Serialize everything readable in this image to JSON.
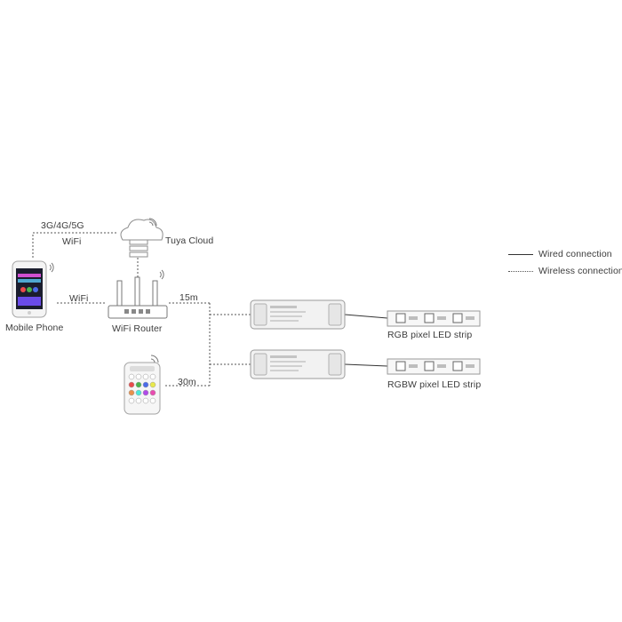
{
  "labels": {
    "network": "3G/4G/5G",
    "wifi_top": "WiFi",
    "tuya_cloud": "Tuya Cloud",
    "wifi_side": "WiFi",
    "mobile_phone": "Mobile Phone",
    "wifi_router": "WiFi Router",
    "dist_router": "15m",
    "dist_remote": "30m",
    "rgb_strip": "RGB pixel LED strip",
    "rgbw_strip": "RGBW pixel LED strip"
  },
  "legend": {
    "wired": "Wired connection",
    "wireless": "Wireless connection"
  },
  "remote_button_colors": [
    "#ffffff",
    "#ffffff",
    "#ffffff",
    "#ffffff",
    "#e94b4b",
    "#4bb34b",
    "#4b6be9",
    "#e9e94b",
    "#e9904b",
    "#4be9d9",
    "#b04be9",
    "#e94bb0",
    "#ffffff",
    "#ffffff",
    "#ffffff",
    "#ffffff"
  ],
  "colors": {
    "line": "#444444",
    "device": "#f2f2f2",
    "outline": "#9a9a9a"
  }
}
